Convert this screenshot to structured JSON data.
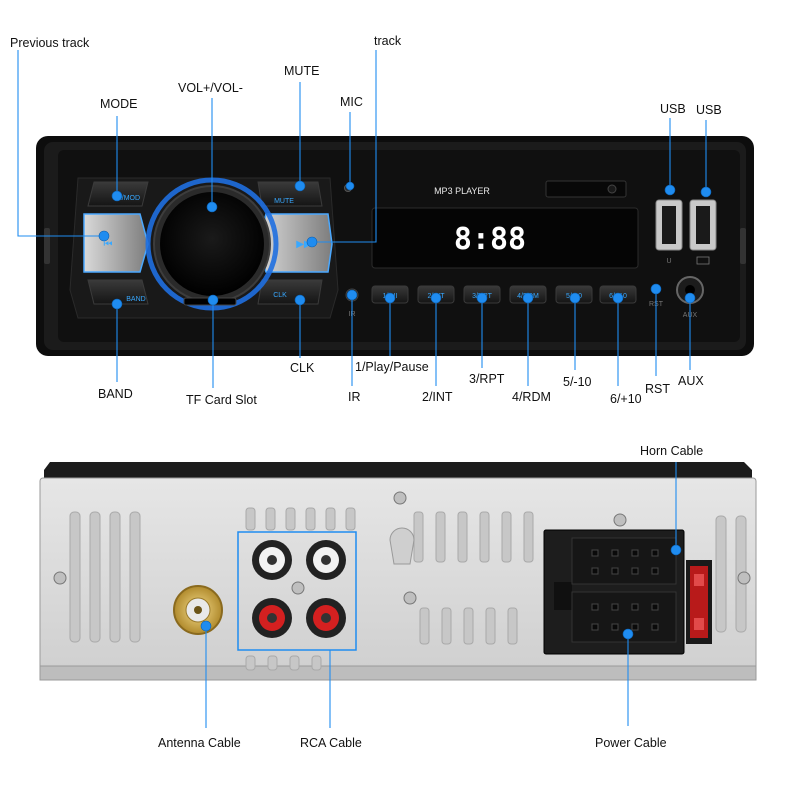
{
  "front_panel": {
    "display_title": "MP3 PLAYER",
    "lcd_text": "8:88",
    "buttons": {
      "mode": "MODE",
      "mute": "MUTE",
      "band": "BAND",
      "clk": "CLK",
      "presets": [
        "1/▶II",
        "2/INT",
        "3/RPT",
        "4/RDM",
        "5/-10",
        "6/+10"
      ],
      "rst": "RST",
      "aux": "AUX",
      "usb_mark": "U",
      "ir": "IR"
    },
    "callouts": {
      "previous_track": "Previous track",
      "mode": "MODE",
      "vol": "VOL+/VOL-",
      "mute": "MUTE",
      "track": "track",
      "mic": "MIC",
      "usb_left": "USB",
      "usb_right": "USB",
      "band": "BAND",
      "tf_card_slot": "TF Card Slot",
      "clk": "CLK",
      "ir": "IR",
      "play_pause": "1/Play/Pause",
      "int": "2/INT",
      "rpt": "3/RPT",
      "rdm": "4/RDM",
      "minus10": "5/-10",
      "plus10": "6/+10",
      "rst": "RST",
      "aux": "AUX"
    }
  },
  "back_panel": {
    "callouts": {
      "horn_cable": "Horn Cable",
      "antenna_cable": "Antenna Cable",
      "rca_cable": "RCA Cable",
      "power_cable": "Power Cable"
    }
  },
  "colors": {
    "accent": "#1f8cf0",
    "button_blue": "#38a8ff",
    "panel_black": "#121212",
    "chassis_silver": "#d8d8d8",
    "rca_red": "#d42020",
    "antenna_gold": "#d7b14a"
  }
}
